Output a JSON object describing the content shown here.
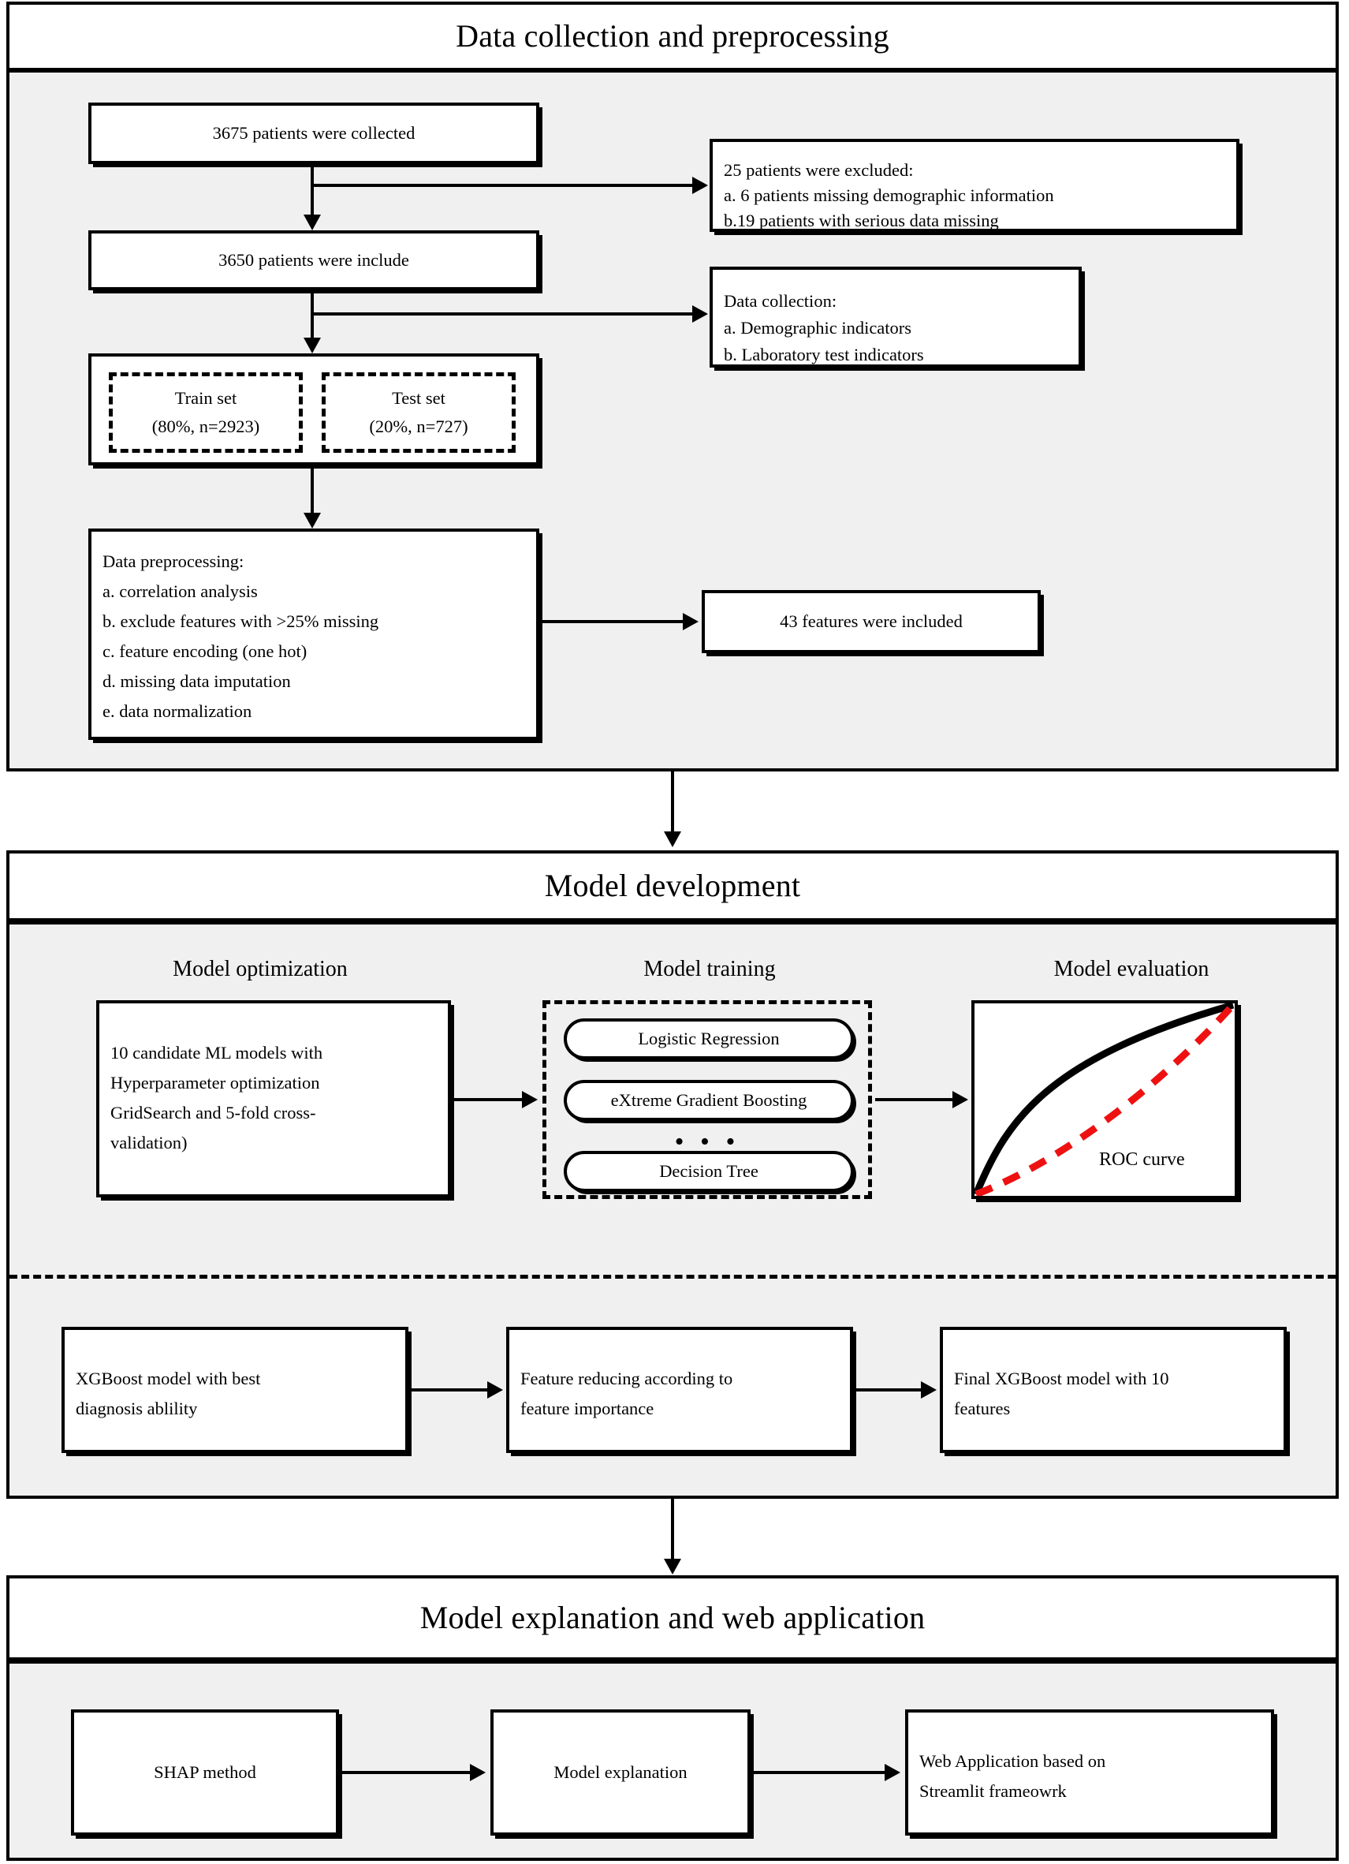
{
  "figure": {
    "type": "flowchart",
    "title": "Machine learning study workflow",
    "background": "#ffffff",
    "panel_fill": "#f0f0f0",
    "line_color": "#000000",
    "accent_color": "#ee1111"
  },
  "sections": [
    {
      "id": "data-collection",
      "title": "Data collection and  preprocessing",
      "boxes": [
        {
          "id": "collected",
          "text": "3675 patients were collected"
        },
        {
          "id": "included",
          "text": "3650 patients were include"
        },
        {
          "id": "excluded",
          "lines": [
            "25 patients were excluded:",
            "a. 6 patients missing demographic information",
            "b.19 patients with serious data missing"
          ]
        },
        {
          "id": "datacoll",
          "lines": [
            "Data collection:",
            "a. Demographic indicators",
            "b. Laboratory test indicators"
          ]
        },
        {
          "id": "preprocess",
          "lines": [
            "Data preprocessing:",
            "a. correlation analysis",
            "b. exclude features with >25% missing",
            "c. feature encoding (one hot)",
            "d. missing data imputation",
            "e. data normalization"
          ]
        },
        {
          "id": "features",
          "text": "43 features were included"
        }
      ],
      "split": {
        "train": {
          "label": "Train set",
          "detail": "(80%, n=2923)"
        },
        "test": {
          "label": "Test set",
          "detail": "(20%, n=727)"
        }
      }
    },
    {
      "id": "model-development",
      "title": "Model development",
      "captions": [
        "Model optimization",
        "Model training",
        "Model evaluation"
      ],
      "optimization": {
        "lines": [
          "10 candidate ML models with",
          "Hyperparameter optimization",
          "GridSearch and  5-fold cross-",
          "validation)"
        ]
      },
      "training": {
        "models": [
          "Logistic Regression",
          "eXtreme Gradient Boosting",
          "Decision Tree"
        ],
        "ellipsis": "• • •"
      },
      "evaluation": {
        "curve_label": "ROC curve"
      },
      "pipeline": [
        {
          "id": "best-model",
          "lines": [
            "XGBoost model with best",
            "diagnosis ablility"
          ]
        },
        {
          "id": "feature-reduce",
          "lines": [
            "Feature reducing according to",
            "feature importance"
          ]
        },
        {
          "id": "final-model",
          "lines": [
            "Final XGBoost model with 10",
            "features"
          ]
        }
      ]
    },
    {
      "id": "model-explanation",
      "title": "Model explanation and web application",
      "boxes": [
        {
          "id": "shap",
          "lines": [
            "SHAP method"
          ]
        },
        {
          "id": "explanation",
          "lines": [
            "Model explanation"
          ]
        },
        {
          "id": "webapp",
          "lines": [
            "Web Application based on",
            "Streamlit frameowrk"
          ]
        }
      ]
    }
  ],
  "chart_data": {
    "type": "line",
    "title": "ROC curve",
    "xlabel": "",
    "ylabel": "",
    "xlim": [
      0,
      1
    ],
    "ylim": [
      0,
      1
    ],
    "grid": false,
    "legend": "none",
    "series": [
      {
        "name": "Model ROC curve",
        "style": "solid",
        "color": "#000000",
        "x": [
          0,
          0.05,
          0.12,
          0.22,
          0.35,
          0.5,
          0.68,
          0.85,
          1.0
        ],
        "y": [
          0,
          0.28,
          0.46,
          0.62,
          0.75,
          0.85,
          0.93,
          0.98,
          1.0
        ]
      },
      {
        "name": "Reference diagonal",
        "style": "dashed",
        "color": "#ee1111",
        "x": [
          0,
          1
        ],
        "y": [
          0,
          1
        ]
      }
    ]
  }
}
